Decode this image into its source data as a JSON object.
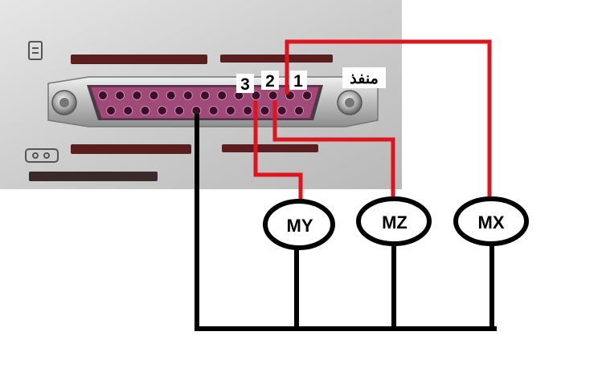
{
  "port_label": "منفذ",
  "pins": [
    {
      "label": "1"
    },
    {
      "label": "2"
    },
    {
      "label": "3"
    }
  ],
  "motors": [
    {
      "label": "MY"
    },
    {
      "label": "MZ"
    },
    {
      "label": "MX"
    }
  ],
  "colors": {
    "signal_wire": "#e0141e",
    "ground_wire": "#000000",
    "connector_body": "#a04a7a",
    "panel": "#cfcfcf"
  }
}
